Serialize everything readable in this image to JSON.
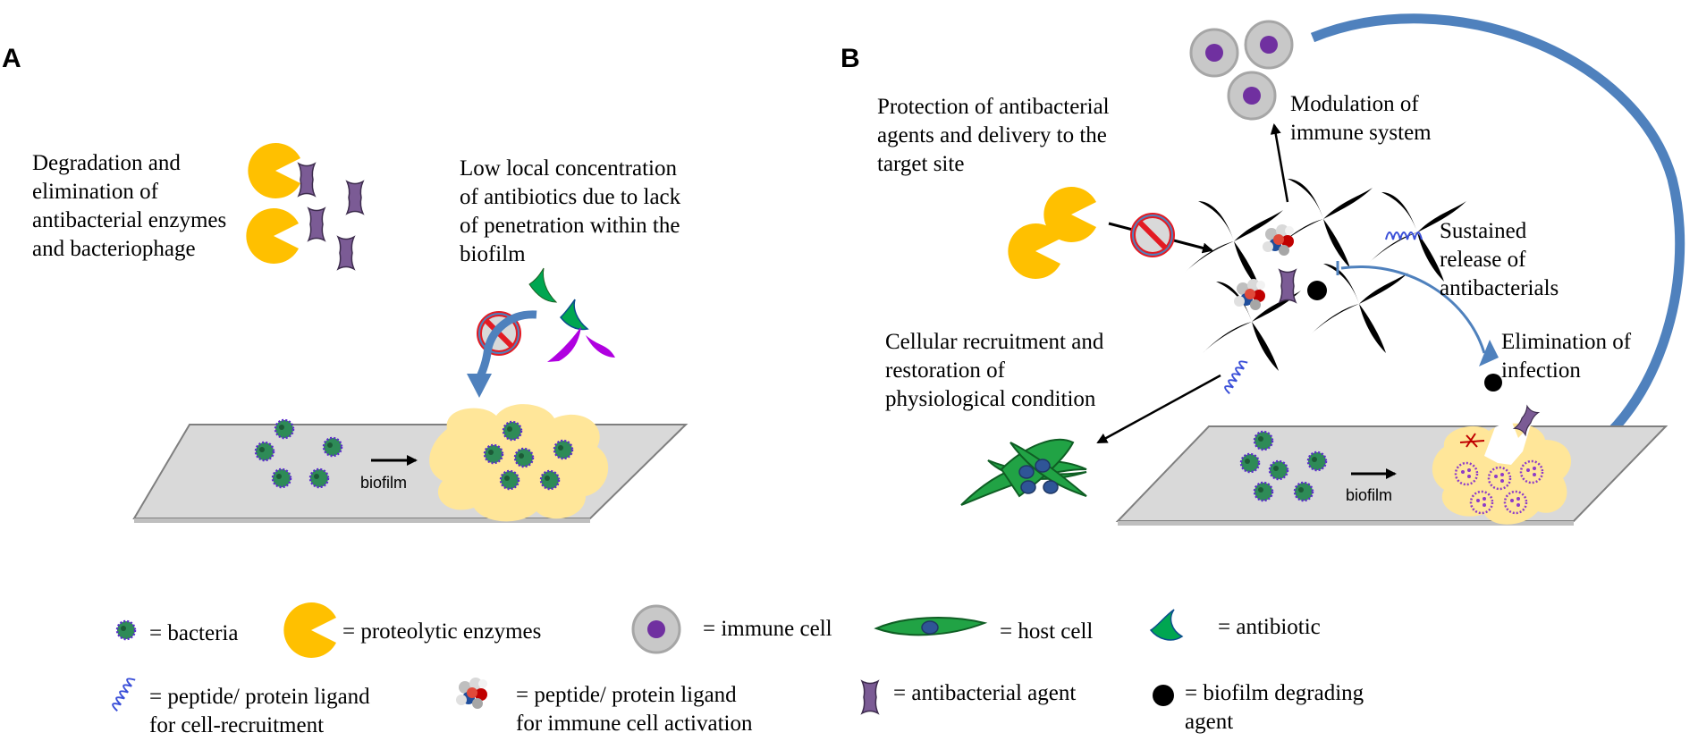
{
  "panels": {
    "a": {
      "label": "A",
      "degradation_text": "Degradation and\nelimination of\nantibacterial enzymes\nand bacteriophage",
      "low_conc_text": "Low local concentration\nof antibiotics due to lack\nof penetration within the\nbiofilm",
      "biofilm_label": "biofilm"
    },
    "b": {
      "label": "B",
      "protection_text": "Protection of antibacterial\nagents and delivery to the\ntarget site",
      "modulation_text": "Modulation of\nimmune system",
      "sustained_text": "Sustained\nrelease of\nantibacterials",
      "recruitment_text": "Cellular recruitment and\nrestoration of\nphysiological condition",
      "elimination_text": "Elimination of\ninfection",
      "biofilm_label": "biofilm"
    }
  },
  "legend": {
    "bacteria": "= bacteria",
    "proteolytic": "= proteolytic enzymes",
    "immune": "= immune cell",
    "host": "= host cell",
    "antibiotic": "= antibiotic",
    "peptide_recruit": "= peptide/ protein ligand\n  for cell-recruitment",
    "peptide_immune": "= peptide/ protein ligand\n  for immune cell activation",
    "antibacterial": "= antibacterial agent",
    "degrading": "= biofilm degrading\n       agent"
  },
  "colors": {
    "enzyme": "#FFC000",
    "agent": "#7B5B95",
    "bacteria": "#2E8B57",
    "biofilm": "#FFE699",
    "plate": "#D9D9D9",
    "arrow_blue": "#4F81BD",
    "host_cell": "#21A345",
    "immune_cell": "#BFBFBF",
    "nucleus": "#7030A0",
    "antibiotic_green": "#00A651",
    "antibiotic_purple": "#B000E0",
    "no_sign": "#E31B23"
  }
}
